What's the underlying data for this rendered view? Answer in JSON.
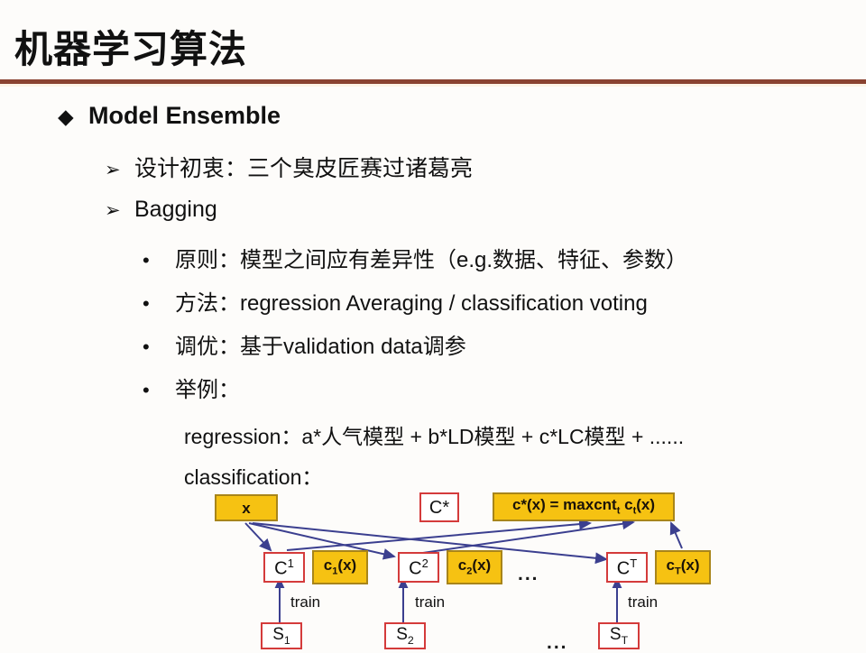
{
  "slide": {
    "title": "机器学习算法",
    "rule_color": "#8a4331",
    "background": "#fdfcfa"
  },
  "outline": {
    "level1": {
      "bullet": "◆",
      "text": "Model Ensemble"
    },
    "level2": [
      {
        "bullet": "➢",
        "text": "设计初衷：三个臭皮匠赛过诸葛亮"
      },
      {
        "bullet": "➢",
        "text": "Bagging"
      }
    ],
    "level3": [
      {
        "bullet": "•",
        "text": "原则：模型之间应有差异性（e.g.数据、特征、参数）"
      },
      {
        "bullet": "•",
        "text": "方法：regression Averaging / classification voting"
      },
      {
        "bullet": "•",
        "text": "调优：基于validation data调参"
      },
      {
        "bullet": "•",
        "text": "举例："
      }
    ],
    "level4": [
      {
        "text": "regression：a*人气模型 + b*LD模型 + c*LC模型 + ......"
      },
      {
        "text": "classification："
      }
    ]
  },
  "diagram": {
    "type": "flow",
    "colors": {
      "box_fill_yellow": "#f6c212",
      "box_border_yellow": "#a8851a",
      "box_fill_white": "#ffffff",
      "box_border_red": "#d43b3b",
      "arrow": "#3b3f8f"
    },
    "nodes": {
      "input": "x",
      "cstar": "C*",
      "formula_lead": "c*(x) = maxcnt",
      "formula_sub1": "t",
      "formula_mid": " c",
      "formula_sub2": "t",
      "formula_tail": "(x)",
      "classifiers": [
        {
          "base": "C",
          "sup": "1"
        },
        {
          "base": "C",
          "sup": "2"
        },
        {
          "base": "C",
          "sup": "T"
        }
      ],
      "outputs": [
        {
          "base": "c",
          "sub": "1",
          "tail": "(x)"
        },
        {
          "base": "c",
          "sub": "2",
          "tail": "(x)"
        },
        {
          "base": "c",
          "sub": "T",
          "tail": "(x)"
        }
      ],
      "samples": [
        {
          "base": "S",
          "sub": "1"
        },
        {
          "base": "S",
          "sub": "2"
        },
        {
          "base": "S",
          "sub": "T"
        }
      ]
    },
    "edge_labels": [
      "train",
      "train",
      "train"
    ],
    "ellipses": [
      "...",
      "..."
    ]
  }
}
